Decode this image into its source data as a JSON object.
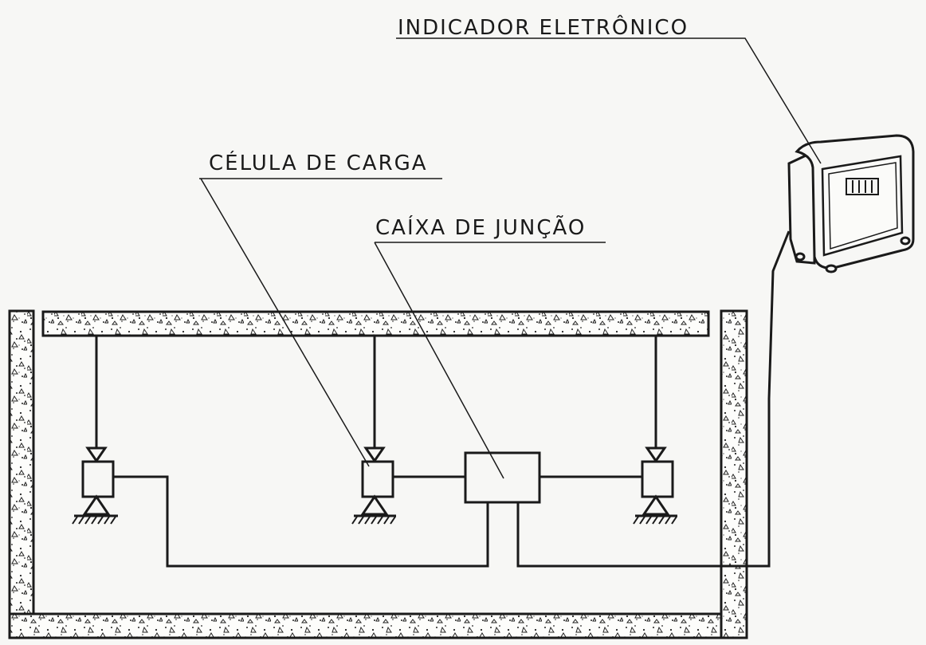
{
  "labels": {
    "indicator": "INDICADOR ELETRÔNICO",
    "load_cell": "CÉLULA DE CARGA",
    "junction_box": "CAÍXA DE JUNÇÃO"
  },
  "colors": {
    "ink": "#1a1a1a",
    "background": "#f7f7f5",
    "concrete": "#ffffff"
  }
}
